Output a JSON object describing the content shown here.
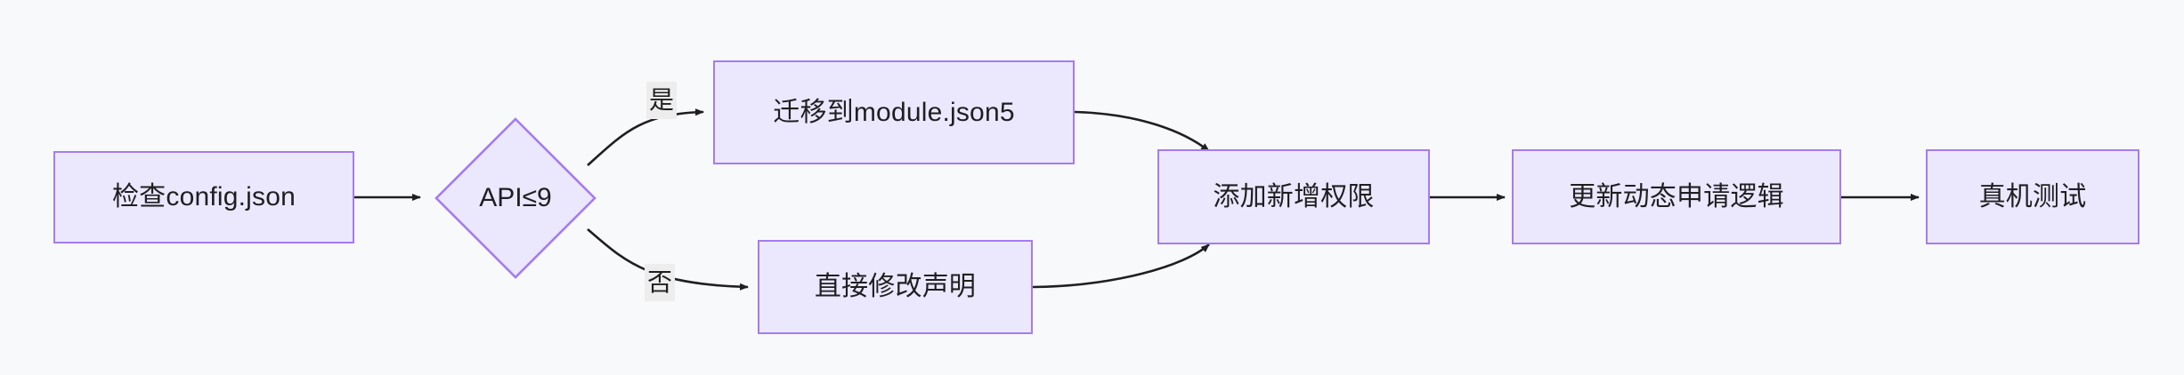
{
  "diagram": {
    "type": "flowchart",
    "direction": "left-to-right",
    "background_color": "#f8f9fb",
    "node_fill_color": "#ebe8fd",
    "node_border_color": "#a47cf0",
    "edge_color": "#1f1f22",
    "text_color": "#1f1f22",
    "edge_label_background": "#ededed",
    "nodes": [
      {
        "id": "check-config",
        "label": "检查config.json",
        "shape": "rectangle"
      },
      {
        "id": "api-decision",
        "label": "API≤9",
        "shape": "diamond"
      },
      {
        "id": "migrate-module",
        "label": "迁移到module.json5",
        "shape": "rectangle"
      },
      {
        "id": "edit-declaration",
        "label": "直接修改声明",
        "shape": "rectangle"
      },
      {
        "id": "add-permission",
        "label": "添加新增权限",
        "shape": "rectangle"
      },
      {
        "id": "update-request-logic",
        "label": "更新动态申请逻辑",
        "shape": "rectangle"
      },
      {
        "id": "device-test",
        "label": "真机测试",
        "shape": "rectangle"
      }
    ],
    "edges": [
      {
        "from": "check-config",
        "to": "api-decision",
        "label": ""
      },
      {
        "from": "api-decision",
        "to": "migrate-module",
        "label": "是"
      },
      {
        "from": "api-decision",
        "to": "edit-declaration",
        "label": "否"
      },
      {
        "from": "migrate-module",
        "to": "add-permission",
        "label": ""
      },
      {
        "from": "edit-declaration",
        "to": "add-permission",
        "label": ""
      },
      {
        "from": "add-permission",
        "to": "update-request-logic",
        "label": ""
      },
      {
        "from": "update-request-logic",
        "to": "device-test",
        "label": ""
      }
    ],
    "edge_labels": {
      "yes": "是",
      "no": "否"
    }
  }
}
